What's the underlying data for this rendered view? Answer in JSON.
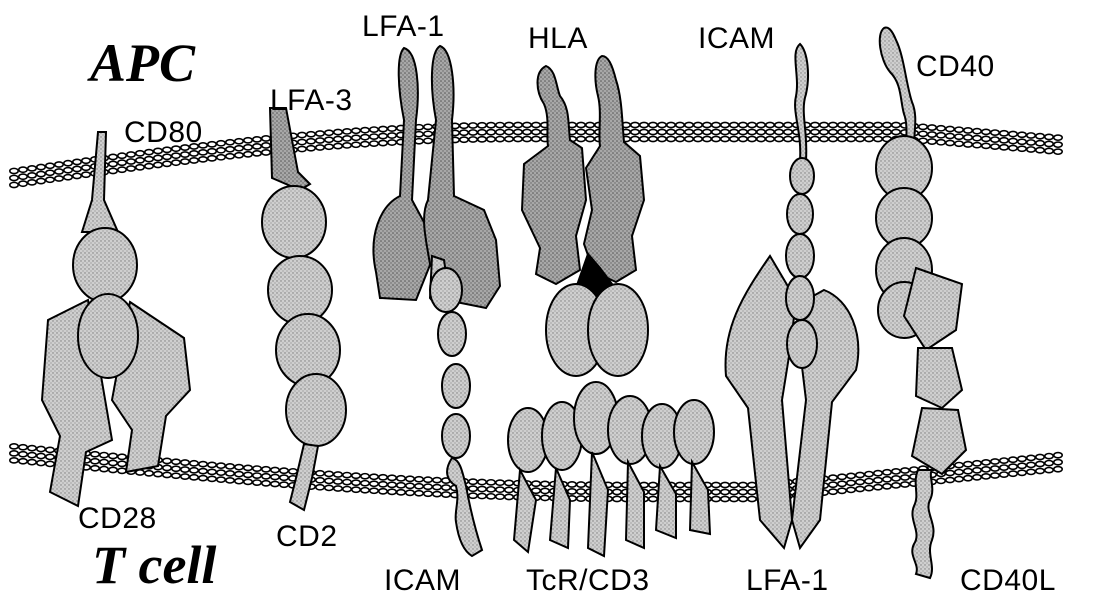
{
  "cells": {
    "top": "APC",
    "bottom": "T cell"
  },
  "labels": {
    "apc_side": {
      "cd80": "CD80",
      "lfa3": "LFA-3",
      "lfa1": "LFA-1",
      "hla": "HLA",
      "icam": "ICAM",
      "cd40": "CD40"
    },
    "tcell_side": {
      "cd28": "CD28",
      "cd2": "CD2",
      "icam": "ICAM",
      "tcr": "TcR/CD3",
      "lfa1": "LFA-1",
      "cd40l": "CD40L"
    }
  },
  "colors": {
    "protein_fill": "#c4c4c4",
    "protein_dark": "#9a9a9a",
    "outline": "#000000",
    "membrane": "#000000",
    "peptide": "#000000"
  }
}
